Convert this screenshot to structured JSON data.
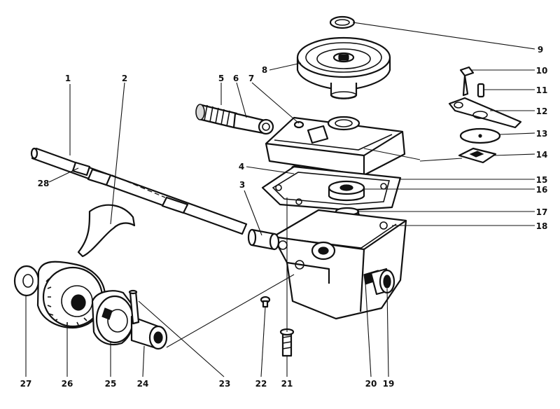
{
  "callouts": [
    {
      "id": 1,
      "text": "1"
    },
    {
      "id": 2,
      "text": "2"
    },
    {
      "id": 3,
      "text": "3"
    },
    {
      "id": 4,
      "text": "4"
    },
    {
      "id": 5,
      "text": "5"
    },
    {
      "id": 6,
      "text": "6"
    },
    {
      "id": 7,
      "text": "7"
    },
    {
      "id": 8,
      "text": "8"
    },
    {
      "id": 9,
      "text": "9"
    },
    {
      "id": 10,
      "text": "10"
    },
    {
      "id": 11,
      "text": "11"
    },
    {
      "id": 12,
      "text": "12"
    },
    {
      "id": 13,
      "text": "13"
    },
    {
      "id": 14,
      "text": "14"
    },
    {
      "id": 15,
      "text": "15"
    },
    {
      "id": 16,
      "text": "16"
    },
    {
      "id": 17,
      "text": "17"
    },
    {
      "id": 18,
      "text": "18"
    },
    {
      "id": 19,
      "text": "19"
    },
    {
      "id": 20,
      "text": "20"
    },
    {
      "id": 21,
      "text": "21"
    },
    {
      "id": 22,
      "text": "22"
    },
    {
      "id": 23,
      "text": "23"
    },
    {
      "id": 24,
      "text": "24"
    },
    {
      "id": 25,
      "text": "25"
    },
    {
      "id": 26,
      "text": "26"
    },
    {
      "id": 27,
      "text": "27"
    },
    {
      "id": 28,
      "text": "28"
    }
  ]
}
